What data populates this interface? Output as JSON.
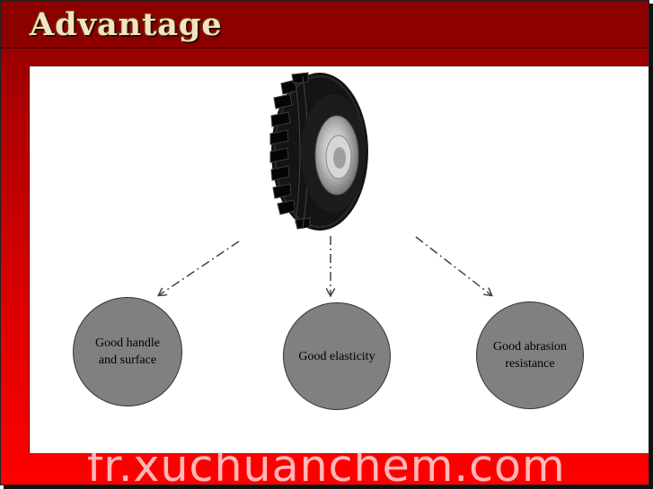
{
  "slide": {
    "title": "Advantage",
    "image": {
      "subject": "tire",
      "icon": "tire-icon"
    },
    "advantages": [
      {
        "lines": [
          "Good handle",
          "and surface"
        ]
      },
      {
        "lines": [
          "Good elasticity"
        ]
      },
      {
        "lines": [
          "Good abrasion",
          "resistance"
        ]
      }
    ]
  },
  "watermark": "fr.xuchuanchem.com",
  "colors": {
    "title_bar": "#8c0000",
    "background_top": "#8a0000",
    "background_bottom": "#ff0000",
    "title_text": "#f3e3c0",
    "circle_fill": "#808080",
    "arrow": "#444444"
  }
}
